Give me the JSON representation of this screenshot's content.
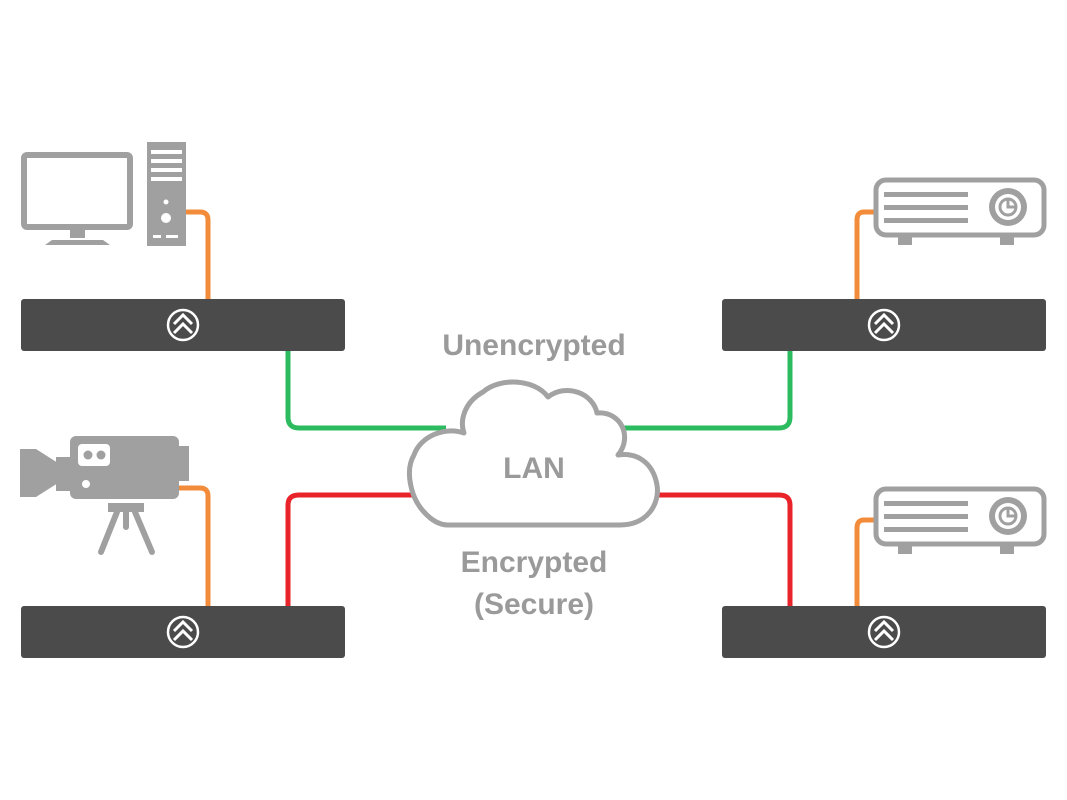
{
  "labels": {
    "unencrypted": "Unencrypted",
    "lan": "LAN",
    "encrypted_line1": "Encrypted",
    "encrypted_line2": "(Secure)"
  },
  "colors": {
    "device_gray": "#a0a0a0",
    "unit_dark": "#4b4b4b",
    "cable_orange": "#f28c3a",
    "link_green": "#2dbb5f",
    "link_red": "#e8232a",
    "cloud_stroke": "#a3a3a3",
    "label_gray": "#9a9a9a"
  },
  "icons": {
    "pc": "computer-monitor-and-tower-icon",
    "camera": "video-camera-on-tripod-icon",
    "projector": "projector-icon",
    "logo": "chevron-circle-logo-icon",
    "cloud": "cloud-icon"
  }
}
